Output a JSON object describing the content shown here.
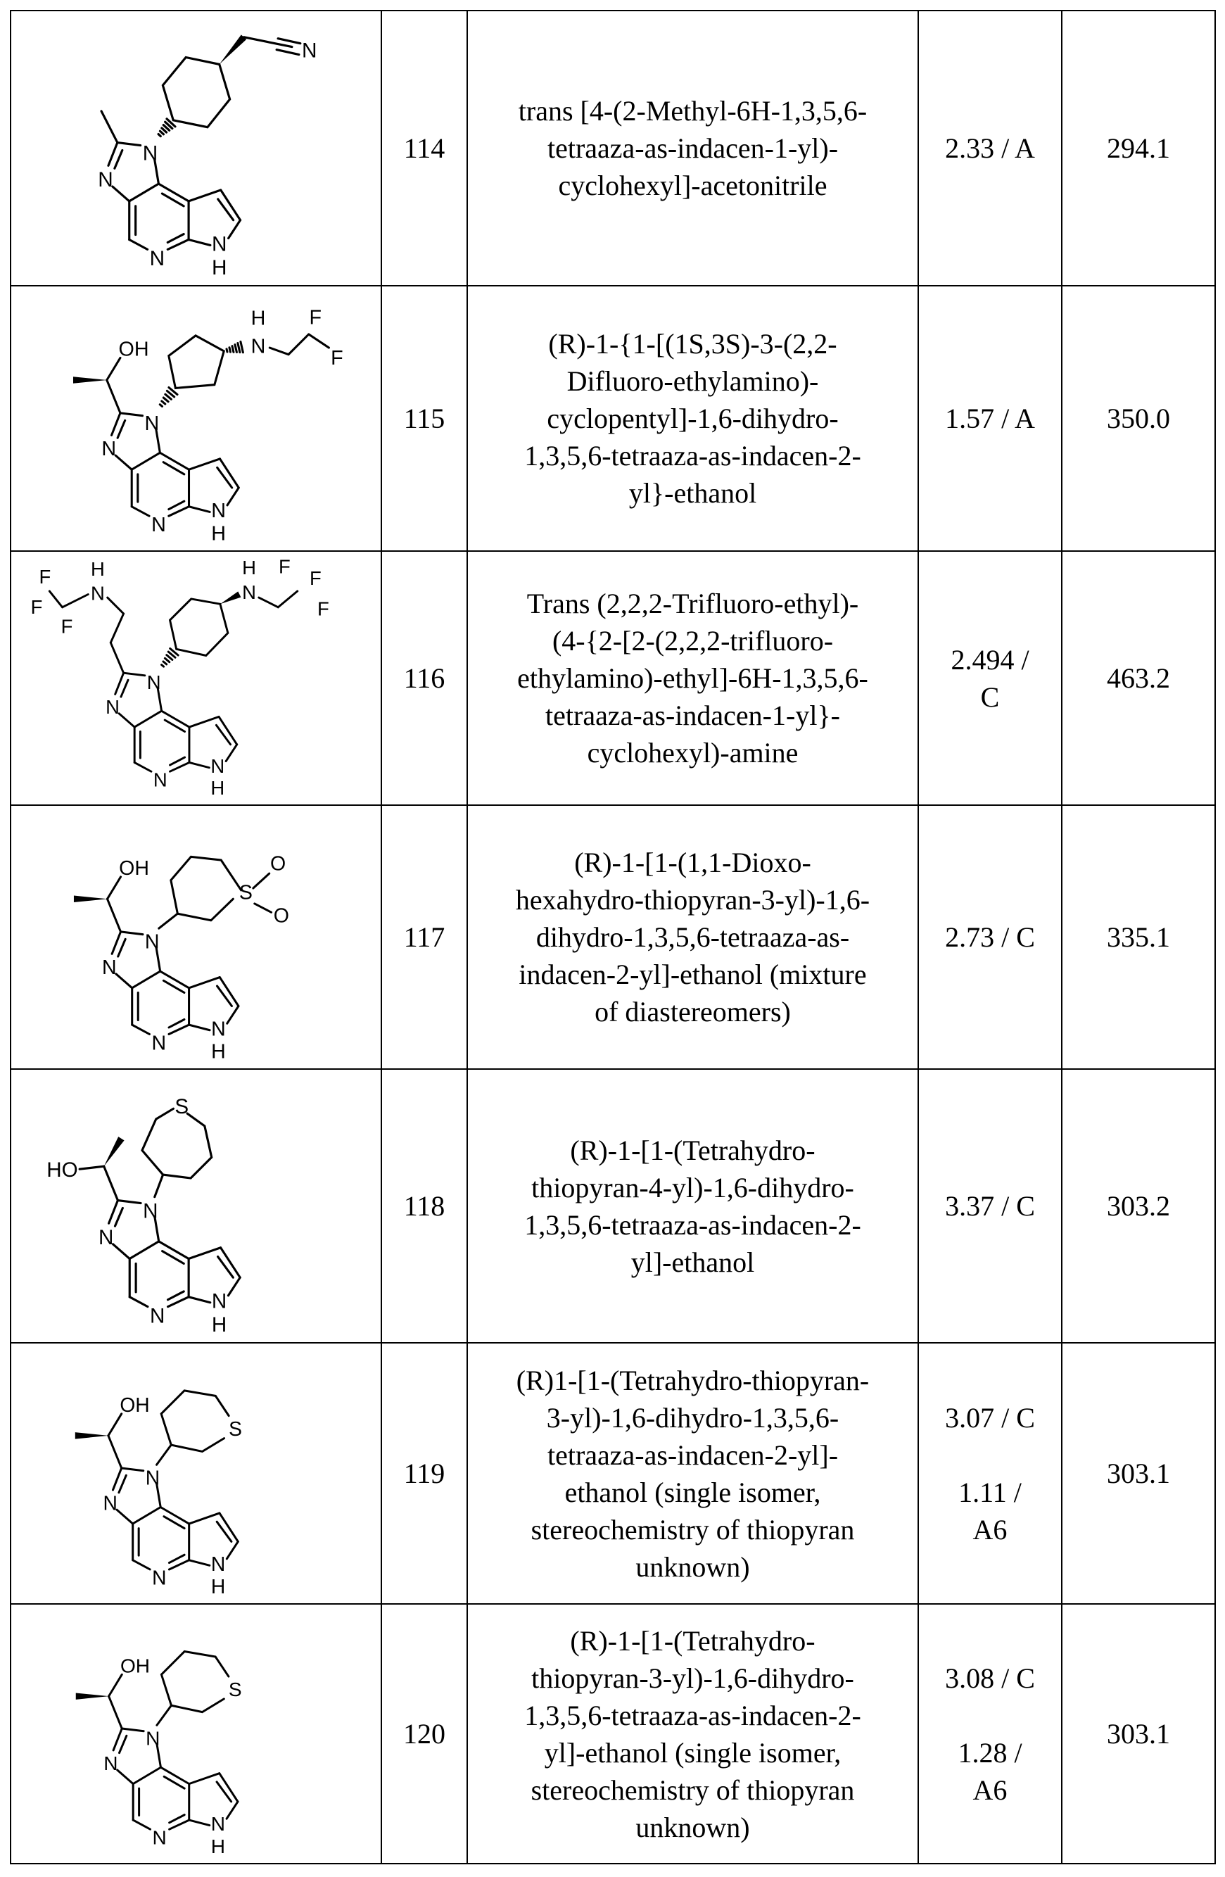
{
  "rows": [
    {
      "number": "114",
      "name": "trans [4-(2-Methyl-6H-1,3,5,6-\ntetraaza-as-indacen-1-yl)-\ncyclohexyl]-acetonitrile",
      "rt_method": "2.33 / A",
      "mass": "294.1",
      "structure_icon": "chemical-structure"
    },
    {
      "number": "115",
      "name": "(R)-1-{1-[(1S,3S)-3-(2,2-\nDifluoro-ethylamino)-\ncyclopentyl]-1,6-dihydro-\n1,3,5,6-tetraaza-as-indacen-2-\nyl}-ethanol",
      "rt_method": "1.57 / A",
      "mass": "350.0",
      "structure_icon": "chemical-structure"
    },
    {
      "number": "116",
      "name": "Trans (2,2,2-Trifluoro-ethyl)-\n(4-{2-[2-(2,2,2-trifluoro-\nethylamino)-ethyl]-6H-1,3,5,6-\ntetraaza-as-indacen-1-yl}-\ncyclohexyl)-amine",
      "rt_method": "2.494 /\nC",
      "mass": "463.2",
      "structure_icon": "chemical-structure"
    },
    {
      "number": "117",
      "name": "(R)-1-[1-(1,1-Dioxo-\nhexahydro-thiopyran-3-yl)-1,6-\ndihydro-1,3,5,6-tetraaza-as-\nindacen-2-yl]-ethanol (mixture\nof diastereomers)",
      "rt_method": "2.73 / C",
      "mass": "335.1",
      "structure_icon": "chemical-structure"
    },
    {
      "number": "118",
      "name": "(R)-1-[1-(Tetrahydro-\nthiopyran-4-yl)-1,6-dihydro-\n1,3,5,6-tetraaza-as-indacen-2-\nyl]-ethanol",
      "rt_method": "3.37 / C",
      "mass": "303.2",
      "structure_icon": "chemical-structure"
    },
    {
      "number": "119",
      "name": "(R)1-[1-(Tetrahydro-thiopyran-\n3-yl)-1,6-dihydro-1,3,5,6-\ntetraaza-as-indacen-2-yl]-\nethanol (single isomer,\nstereochemistry of thiopyran\nunknown)",
      "rt_method": "3.07 / C\n\n1.11 /\nA6",
      "mass": "303.1",
      "structure_icon": "chemical-structure"
    },
    {
      "number": "120",
      "name": "(R)-1-[1-(Tetrahydro-\nthiopyran-3-yl)-1,6-dihydro-\n1,3,5,6-tetraaza-as-indacen-2-\nyl]-ethanol (single isomer,\nstereochemistry of thiopyran\nunknown)",
      "rt_method": "3.08 / C\n\n1.28 /\nA6",
      "mass": "303.1",
      "structure_icon": "chemical-structure"
    }
  ]
}
